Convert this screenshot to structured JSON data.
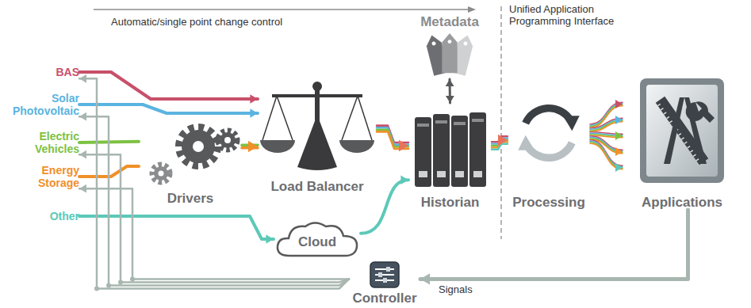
{
  "diagram": {
    "nodes": [
      {
        "text": [
          "BAS"
        ]
      },
      {
        "text": [
          "Solar Photovoltaic"
        ]
      },
      {
        "text": [
          "Electric Vehicles"
        ]
      },
      {
        "text": [
          "Energy Storage"
        ]
      },
      {
        "text": [
          "Other"
        ]
      },
      {
        "text": [
          "Drivers"
        ]
      },
      {
        "text": [
          "Load Balancer"
        ]
      },
      {
        "text": [
          "Cloud"
        ]
      },
      {
        "text": [
          "Metadata"
        ]
      },
      {
        "text": [
          "Historian"
        ]
      },
      {
        "text": [
          "Processing"
        ]
      },
      {
        "text": [
          "Applications"
        ]
      },
      {
        "text": [
          "Controller"
        ]
      }
    ],
    "edges": [
      {
        "from": 0,
        "to": 6,
        "arrow": "to"
      },
      {
        "from": 1,
        "to": 6,
        "arrow": "to"
      },
      {
        "from": 2,
        "to": 5,
        "arrow": "none"
      },
      {
        "from": 3,
        "to": 5,
        "arrow": "none"
      },
      {
        "from": 5,
        "to": 6,
        "arrow": "to"
      },
      {
        "from": 4,
        "to": 7,
        "arrow": "to"
      },
      {
        "from": 6,
        "to": 9,
        "arrow": "to"
      },
      {
        "from": 7,
        "to": 9,
        "arrow": "to"
      },
      {
        "from": 8,
        "to": 9,
        "arrow": "both"
      },
      {
        "from": 9,
        "to": 10,
        "arrow": "to"
      },
      {
        "from": 10,
        "to": 11,
        "arrow": "to"
      },
      {
        "from": 11,
        "to": 12,
        "arrow": "to",
        "label": "Signals"
      },
      {
        "from": 12,
        "to": 0,
        "arrow": "to"
      },
      {
        "from": 12,
        "to": 1,
        "arrow": "to"
      },
      {
        "from": 12,
        "to": 2,
        "arrow": "to"
      },
      {
        "from": 12,
        "to": 3,
        "arrow": "to"
      }
    ],
    "labels": [
      "Automatic/single point change control",
      "Unified Application Programming Interface"
    ]
  }
}
